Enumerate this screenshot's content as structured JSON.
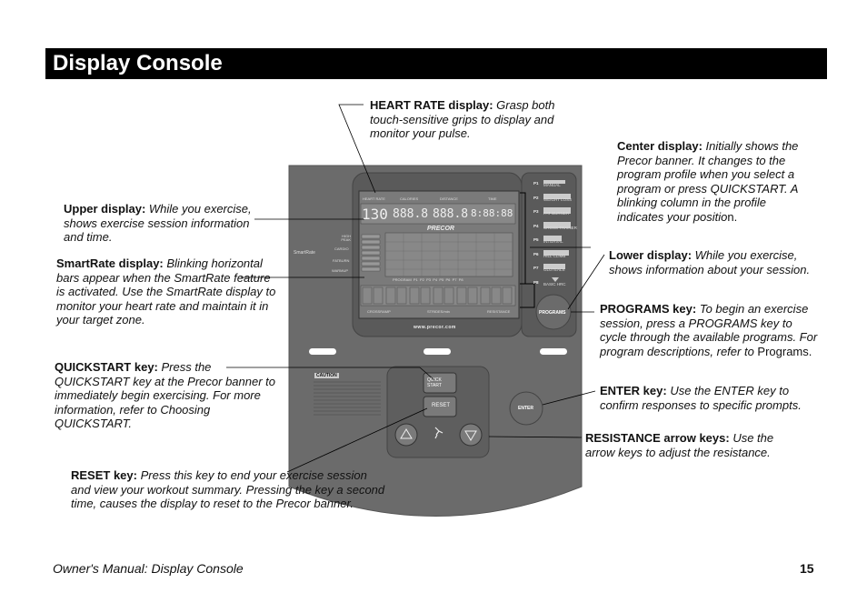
{
  "page": {
    "title": "Display Console",
    "footer": "Owner's Manual: Display Console",
    "page_number": "15"
  },
  "callouts": {
    "heart_rate": {
      "label": "HEART RATE display:",
      "text": " Grasp both touch-sensitive grips to display and monitor your pulse."
    },
    "center": {
      "label": "Center display:",
      "text": " Initially shows the Precor banner. It changes to the program profile when you select a program or press QUICKSTART. A blinking column in the profile indicates your positio",
      "tail": "n."
    },
    "upper": {
      "label": "Upper display:",
      "text": " While you exercise, shows exercise session information and time."
    },
    "smartrate": {
      "label": "SmartRate display:",
      "text": " Blinking horizontal bars appear when the SmartRate feature is activated. Use the SmartRate display to monitor your heart rate and maintain it in your target zone."
    },
    "lower": {
      "label": "Lower display:",
      "text": " While you exercise, shows information about your session."
    },
    "programs": {
      "label": "PROGRAMS key:",
      "text": " To begin an exercise session, press a PROGRAMS key to cycle through the available programs. For program descriptions, refer to ",
      "tail": "Programs."
    },
    "quickstart": {
      "label": "QUICKSTART key:",
      "text": " Press the QUICKSTART key at the Precor banner to immediately begin exercising. For more information, refer to Choosing QUICKSTART."
    },
    "enter": {
      "label": "ENTER key:",
      "text": " Use the ENTER key to confirm responses to specific prompts."
    },
    "resistance": {
      "label": "RESISTANCE arrow keys:",
      "text": " Use the arrow keys to adjust the resistance."
    },
    "reset": {
      "label": "RESET key:",
      "text": " Press this key to end your exercise session and view your workout summary. Pressing the key a second time, causes the display to reset to the Precor banner."
    }
  },
  "console": {
    "upper_headers": [
      "HEART RATE",
      "CALORIES",
      "DISTANCE",
      "TIME"
    ],
    "upper_digits": [
      "130",
      "888.8",
      "888.8",
      "8:88:88"
    ],
    "brand": "PRECOR",
    "lower_headers": [
      "CROSSRAMP",
      "STRIDES/min",
      "RESISTANCE"
    ],
    "smartrate_title": "SmartRate",
    "smartrate_zones": [
      "HIGH PEAK",
      "CARDIO",
      "FATBURN",
      "WARMUP"
    ],
    "programs_row": "PROGRAM  P1  P2  P3  P4  P5  P6  P7  P8",
    "url": "www.precor.com",
    "caution": "CAUTION",
    "programs_list": [
      {
        "code": "P1",
        "name": "MANUAL"
      },
      {
        "code": "P2",
        "name": "WEIGHT LOSS"
      },
      {
        "code": "P3",
        "name": "FAT BURNER"
      },
      {
        "code": "P4",
        "name": "CROSS TRAINER"
      },
      {
        "code": "P5",
        "name": "INTERVAL"
      },
      {
        "code": "P6",
        "name": "HILL CLIMB"
      },
      {
        "code": "P7",
        "name": "GLUTEALS"
      },
      {
        "code": "P8",
        "name": "BASIC HRC"
      }
    ],
    "keys": {
      "programs": "PROGRAMS",
      "quickstart": "QUICK START",
      "reset": "RESET",
      "enter": "ENTER"
    }
  },
  "colors": {
    "console": "#6b6b6b",
    "display": "#5c5c5c",
    "lcd": "#8a8a8a",
    "banner": "#000000"
  }
}
